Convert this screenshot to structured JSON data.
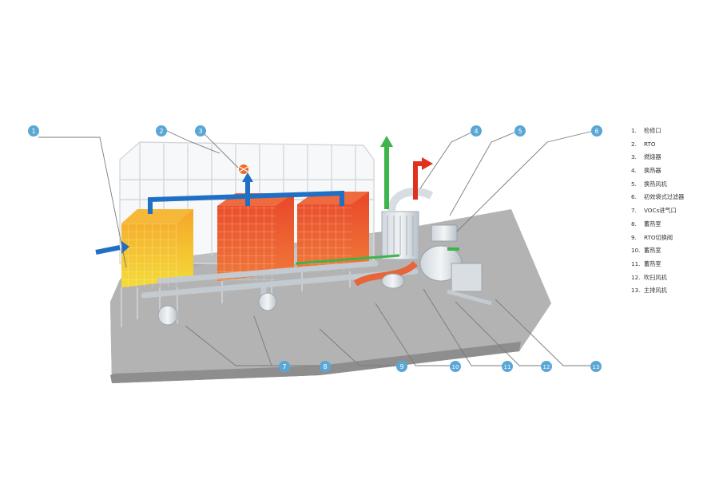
{
  "callouts": [
    "1",
    "2",
    "3",
    "4",
    "5",
    "6",
    "7",
    "8",
    "9",
    "10",
    "11",
    "12",
    "13"
  ],
  "legend": [
    {
      "num": "1.",
      "label": "检修口"
    },
    {
      "num": "2.",
      "label": "RTO"
    },
    {
      "num": "3.",
      "label": "燃烧器"
    },
    {
      "num": "4.",
      "label": "换热器"
    },
    {
      "num": "5.",
      "label": "换热风机"
    },
    {
      "num": "6.",
      "label": "初效袋式过滤器"
    },
    {
      "num": "7.",
      "label": "VOCs进气口"
    },
    {
      "num": "8.",
      "label": "蓄热室"
    },
    {
      "num": "9.",
      "label": "RTO切换阀"
    },
    {
      "num": "10.",
      "label": "蓄热室"
    },
    {
      "num": "11.",
      "label": "蓄热室"
    },
    {
      "num": "12.",
      "label": "吹扫风机"
    },
    {
      "num": "13.",
      "label": "主排风机"
    }
  ],
  "colors": {
    "callout": "#5aa7d6",
    "pipe_blue": "#1f6fc4",
    "pipe_green": "#3db54a",
    "pipe_red": "#e0301e",
    "chamber_yellow": "#f2c218",
    "chamber_red": "#e04a1c",
    "ground": "#a9a9a9"
  }
}
